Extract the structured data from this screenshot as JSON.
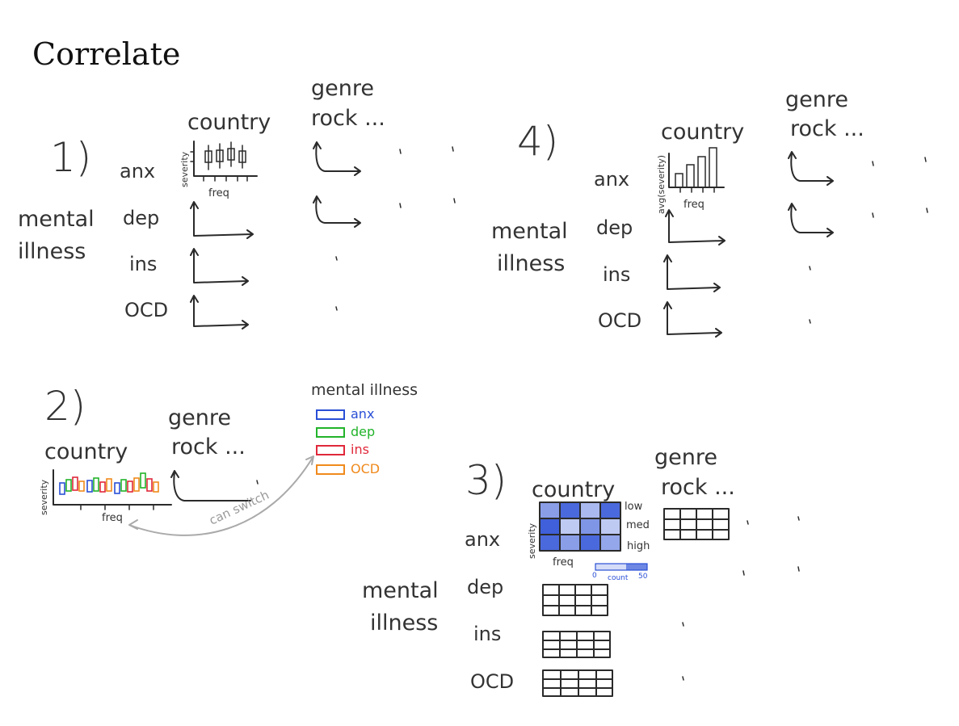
{
  "title": "Correlate",
  "section1": {
    "number": "1)",
    "col_country": "country",
    "col_genre": "genre",
    "col_rock": "rock ...",
    "group_label_1": "mental",
    "group_label_2": "illness",
    "rows": [
      "anx",
      "dep",
      "ins",
      "OCD"
    ],
    "y_axis": "severity",
    "x_axis": "freq"
  },
  "section2": {
    "number": "2)",
    "col_country": "country",
    "col_genre": "genre",
    "col_rock": "rock ...",
    "y_axis": "severity",
    "x_axis": "freq",
    "legend_title": "mental illness",
    "legend": [
      {
        "label": "anx",
        "color": "#2a4fd6"
      },
      {
        "label": "dep",
        "color": "#22b32a"
      },
      {
        "label": "ins",
        "color": "#e0283a"
      },
      {
        "label": "OCD",
        "color": "#f08a1c"
      }
    ],
    "annotation": "can switch"
  },
  "section3": {
    "number": "3)",
    "col_country": "country",
    "col_genre": "genre",
    "col_rock": "rock ...",
    "group_label_1": "mental",
    "group_label_2": "illness",
    "rows": [
      "anx",
      "dep",
      "ins",
      "OCD"
    ],
    "y_axis": "severity",
    "x_axis": "freq",
    "levels": [
      "low",
      "med",
      "high"
    ],
    "scale_min": "0",
    "scale_label": "count",
    "scale_max": "50",
    "heat_color": "#2a4fd6"
  },
  "section4": {
    "number": "4)",
    "col_country": "country",
    "col_genre": "genre",
    "col_rock": "rock ...",
    "group_label_1": "mental",
    "group_label_2": "illness",
    "rows": [
      "anx",
      "dep",
      "ins",
      "OCD"
    ],
    "y_axis": "avg(severity)",
    "x_axis": "freq"
  }
}
